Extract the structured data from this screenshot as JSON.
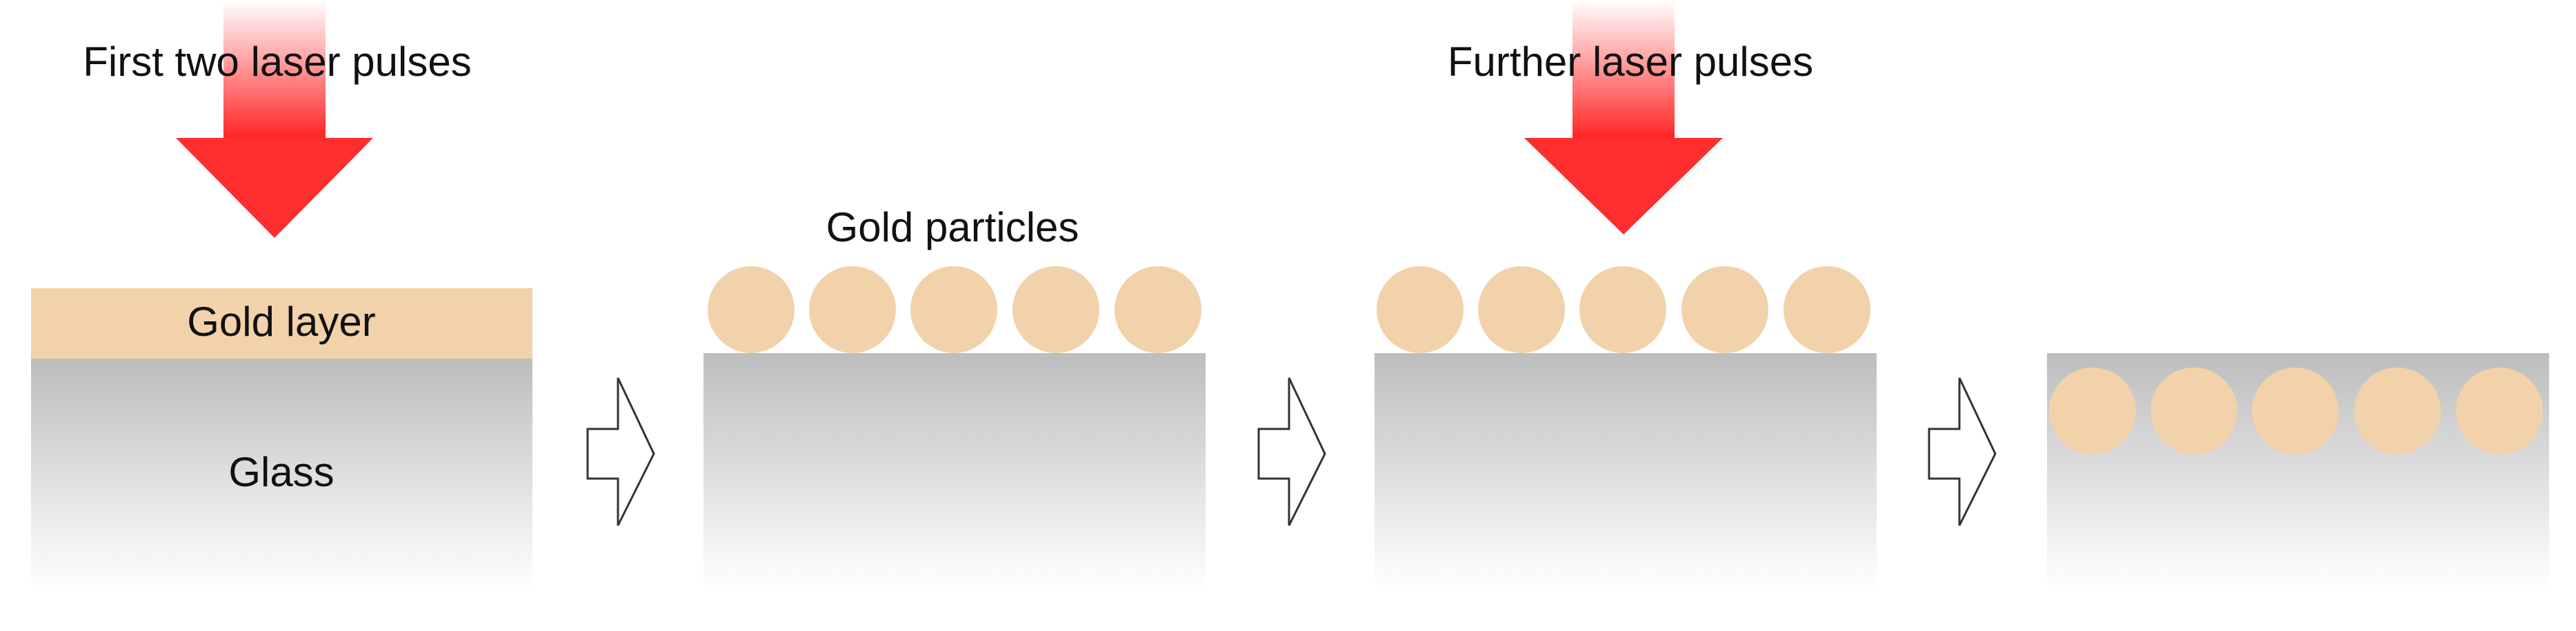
{
  "labels": {
    "first_pulses": "First two laser pulses",
    "further_pulses": "Further laser pulses",
    "gold_particles": "Gold particles",
    "gold_layer": "Gold layer",
    "glass": "Glass"
  },
  "colors": {
    "gold": "#F2D2AA",
    "glass_top": "#BDBDBD",
    "glass_bottom": "#FFFFFF",
    "laser_top": "#FFFFFF",
    "laser_mid": "#FF9A9A",
    "laser_bottom": "#FF1A1A",
    "process_arrow_stroke": "#333333"
  },
  "stages": [
    {
      "id": "stage-1",
      "state": "gold-layer-on-glass",
      "laser": "first_pulses"
    },
    {
      "id": "stage-2",
      "state": "particles-on-surface",
      "particle_count": 5
    },
    {
      "id": "stage-3",
      "state": "particles-on-surface",
      "particle_count": 5,
      "laser": "further_pulses"
    },
    {
      "id": "stage-4",
      "state": "particles-embedded",
      "particle_count": 5
    }
  ],
  "process_arrows": 3
}
